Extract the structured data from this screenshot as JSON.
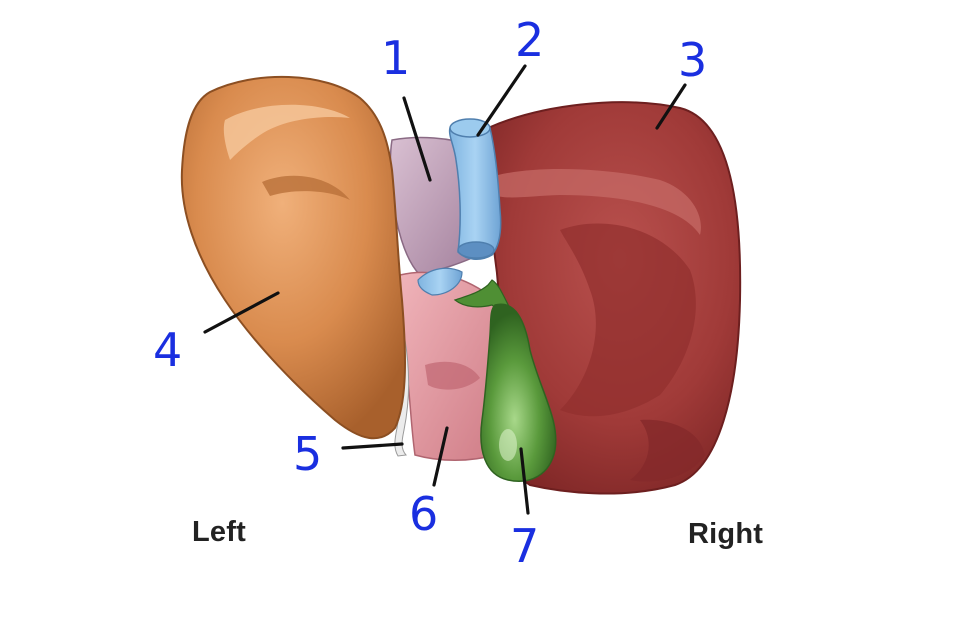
{
  "labels": {
    "left": "Left",
    "right": "Right"
  },
  "numbers": [
    "1",
    "2",
    "3",
    "4",
    "5",
    "6",
    "7"
  ],
  "colors": {
    "number_ink": "#1a2fe0",
    "leader_line": "#111111",
    "structure_4": "#d98b4e",
    "structure_3": "#a8403e",
    "structure_1": "#bfa0b8",
    "structure_2": "#8fc3ea",
    "structure_6": "#e19aa2",
    "structure_7": "#5a9a3c",
    "structure_5": "#e8e8e8"
  }
}
